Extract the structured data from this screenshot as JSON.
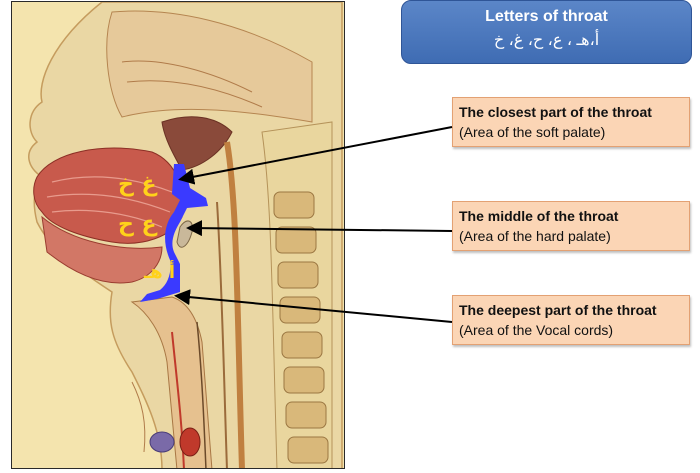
{
  "title_box": {
    "title": "Letters of throat",
    "letters": "أ،هـ ، ع، ح، غ، خ"
  },
  "labels": [
    {
      "main": "The closest part of the throat",
      "sub": "(Area of the soft palate)"
    },
    {
      "main": "The middle  of the throat",
      "sub": "(Area of the hard palate)"
    },
    {
      "main": "The deepest part of the throat",
      "sub": "(Area of the Vocal cords)"
    }
  ],
  "figure_letters": {
    "closest": "غ خ",
    "middle": "ع ح",
    "deepest": "أ هـ"
  },
  "colors": {
    "throat_highlight": "#3a3aff",
    "arabic_letters": "#ffd21a",
    "title_bg": "#4a76bd",
    "label_bg": "#fbd5b5"
  }
}
